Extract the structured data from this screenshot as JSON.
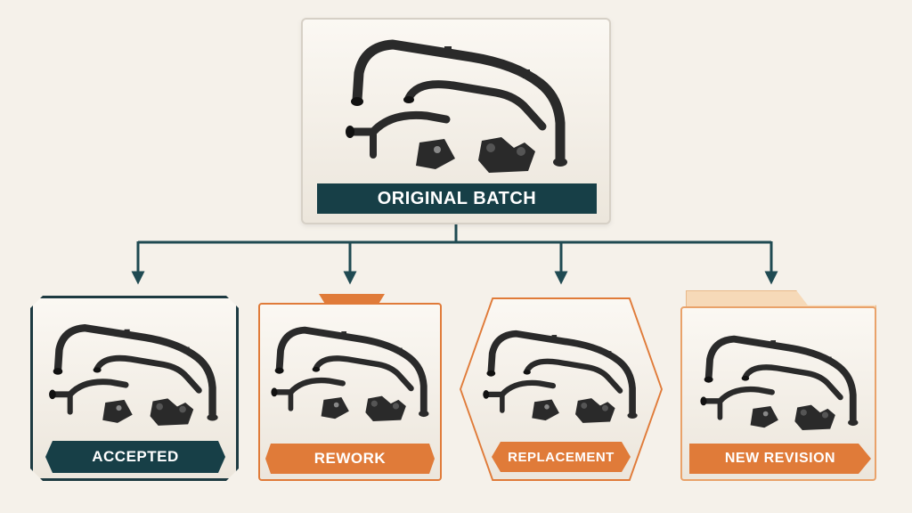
{
  "original": {
    "label": "ORIGINAL BATCH"
  },
  "outcomes": [
    {
      "label": "ACCEPTED"
    },
    {
      "label": "REWORK"
    },
    {
      "label": "REPLACEMENT"
    },
    {
      "label": "NEW REVISION"
    }
  ],
  "colors": {
    "navy": "#173f47",
    "orange": "#e07b39",
    "arrow": "#1f4a52",
    "parts": "#2a2a2a"
  },
  "icons": [
    "tube-bracket-set-image",
    "arrow-down-icon"
  ]
}
